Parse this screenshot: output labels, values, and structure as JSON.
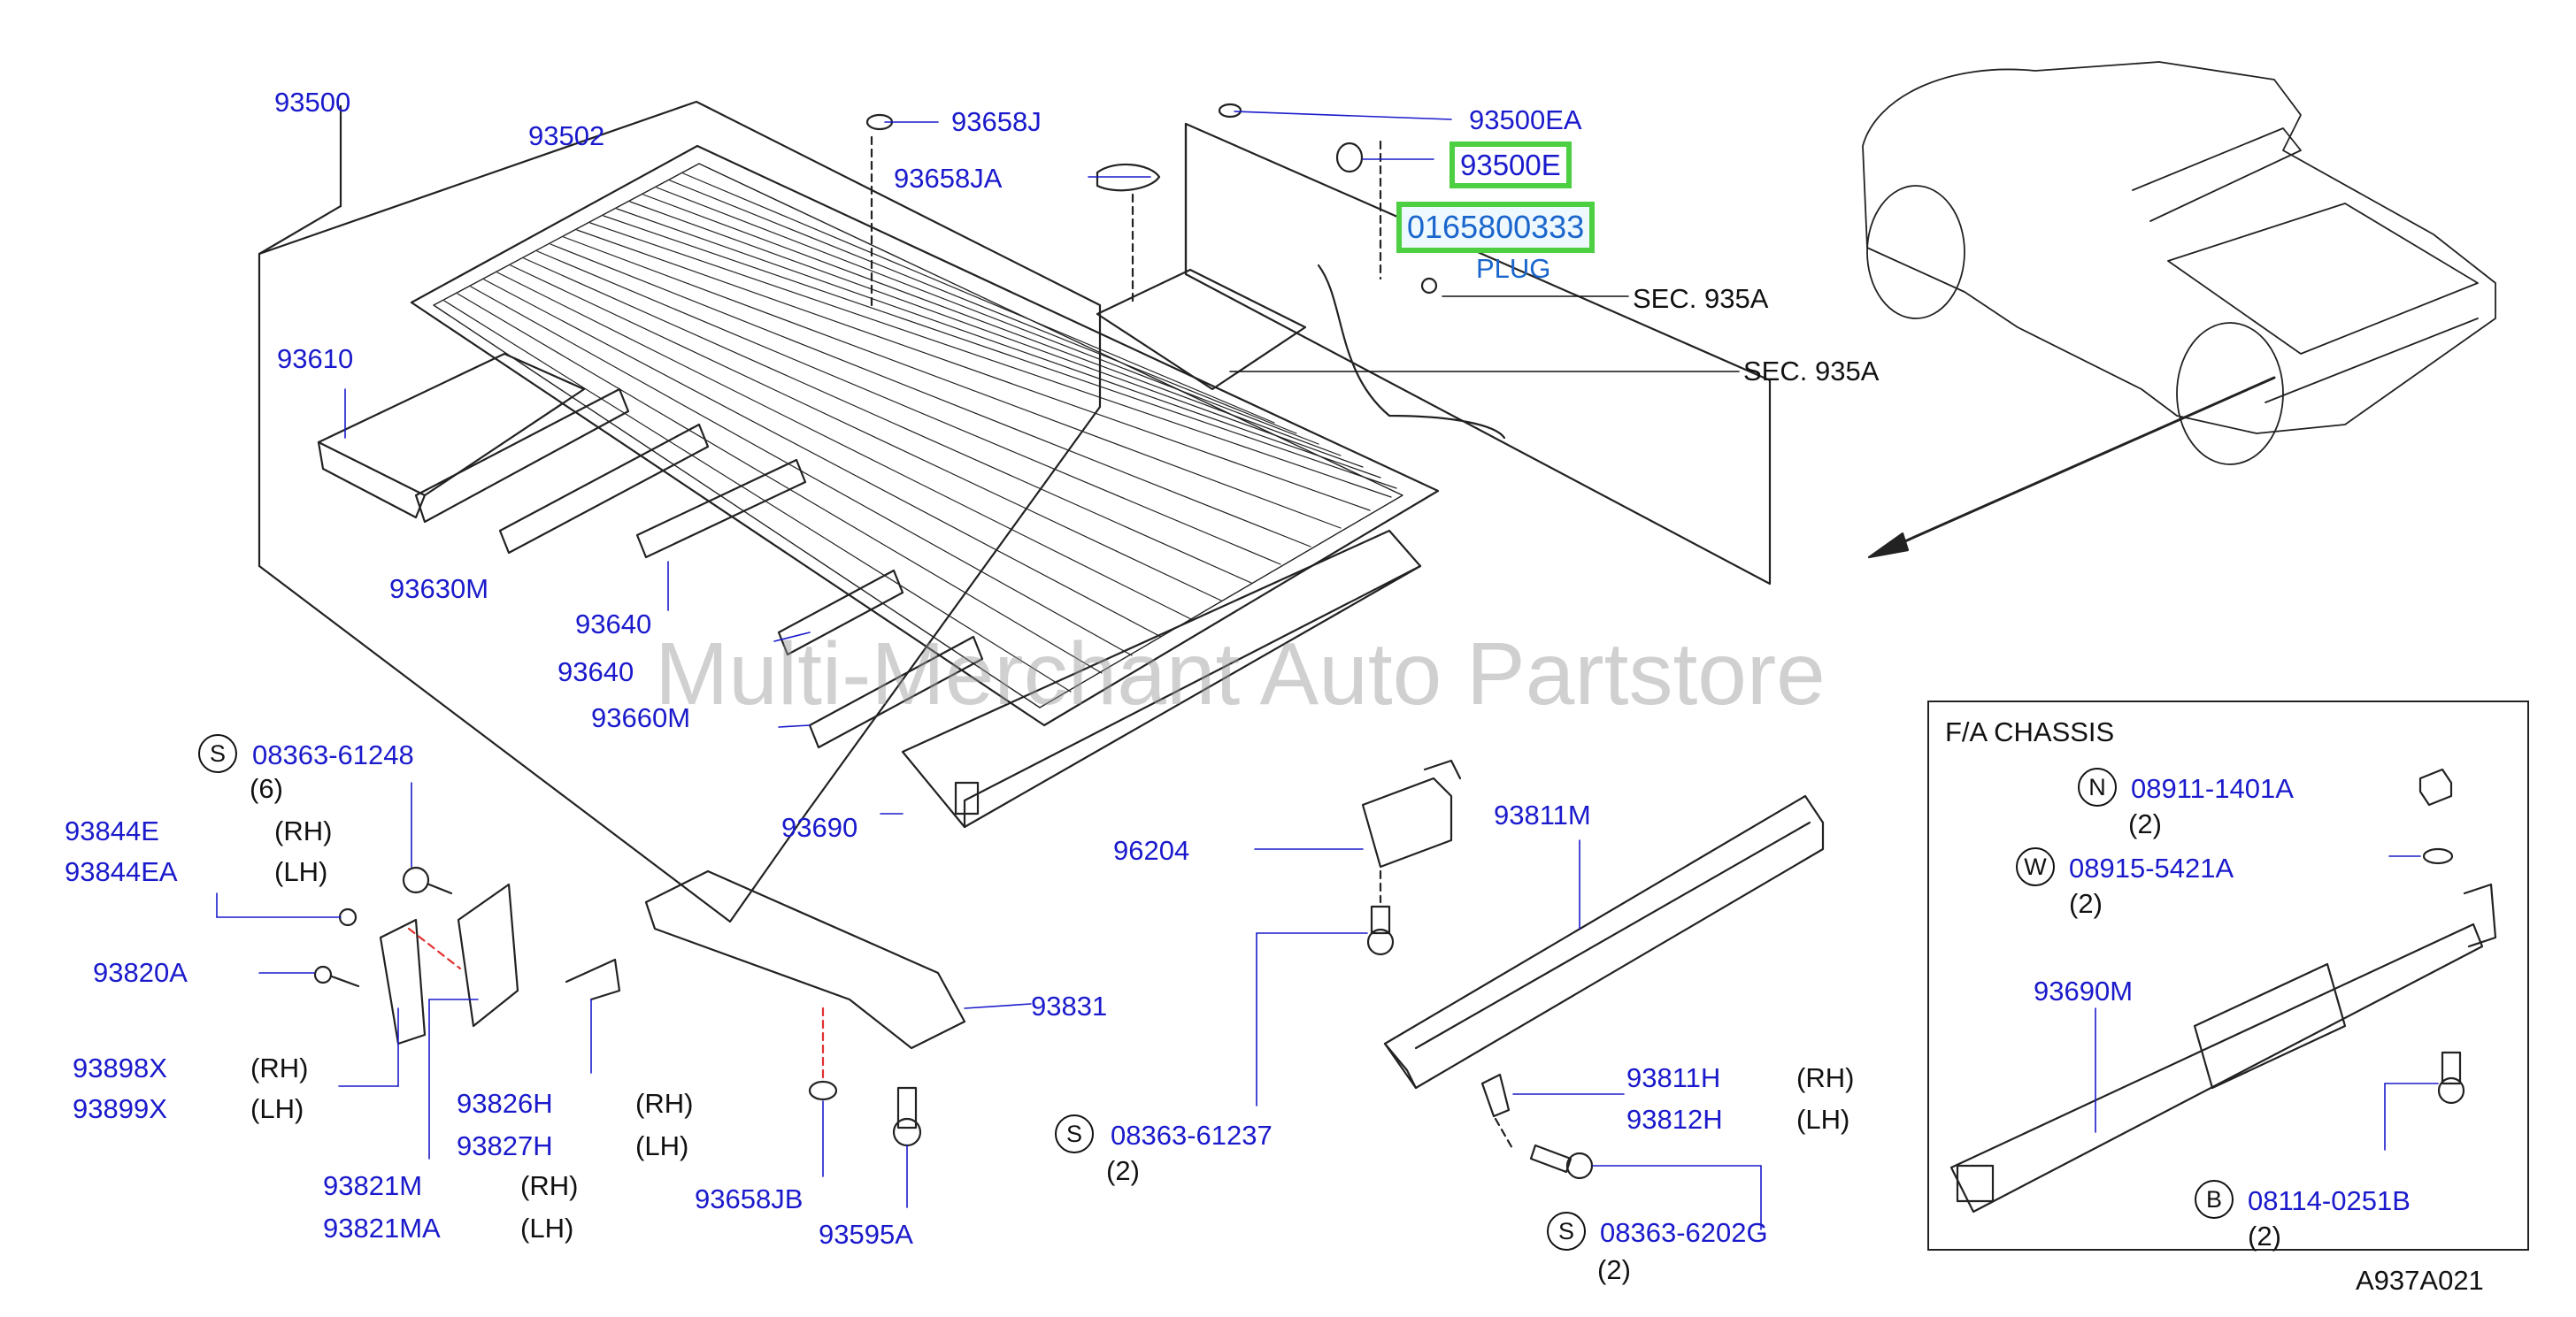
{
  "diagram": {
    "watermark": "Multi-Merchant Auto Partstore",
    "figure_code": "A937A021",
    "section_ref_1": "SEC.  935A",
    "section_ref_2": "SEC.  935A",
    "highlighted_part": "0165800333",
    "highlighted_name": "PLUG",
    "highlighted_callout": "93500E",
    "inset_title": "F/A  CHASSIS",
    "parts": {
      "p93500": "93500",
      "p93502": "93502",
      "p93658J": "93658J",
      "p93658JA": "93658JA",
      "p93500EA": "93500EA",
      "p93610": "93610",
      "p93630M": "93630M",
      "p93640a": "93640",
      "p93640b": "93640",
      "p93660M": "93660M",
      "p93690": "93690",
      "p08363_61248": "08363-61248",
      "q6": "(6)",
      "p93844E": "93844E",
      "rh1": "(RH)",
      "p93844EA": "93844EA",
      "lh1": "(LH)",
      "p93820A": "93820A",
      "p93898X": "93898X",
      "rh2": "(RH)",
      "p93899X": "93899X",
      "lh2": "(LH)",
      "p93826H": "93826H",
      "rh3": "(RH)",
      "p93827H": "93827H",
      "lh3": "(LH)",
      "p93821M": "93821M",
      "rh4": "(RH)",
      "p93821MA": "93821MA",
      "lh4": "(LH)",
      "p93658JB": "93658JB",
      "p93595A": "93595A",
      "p93831": "93831",
      "p96204": "96204",
      "p93811M": "93811M",
      "p08363_61237": "08363-61237",
      "q2a": "(2)",
      "p93811H": "93811H",
      "rh5": "(RH)",
      "p93812H": "93812H",
      "lh5": "(LH)",
      "p08363_6202G": "08363-6202G",
      "q2b": "(2)",
      "p08911_1401A": "08911-1401A",
      "q2c": "(2)",
      "p08915_5421A": "08915-5421A",
      "q2d": "(2)",
      "p93690M": "93690M",
      "p08114_0251B": "08114-0251B",
      "q2e": "(2)"
    },
    "markers": {
      "s1": "S",
      "s2": "S",
      "s3": "S",
      "n": "N",
      "w": "W",
      "b": "B"
    },
    "colors": {
      "label": "#1a1acc",
      "highlight_box": "#4ccf40",
      "highlight_text": "#1a66cc",
      "line": "#111111"
    }
  }
}
